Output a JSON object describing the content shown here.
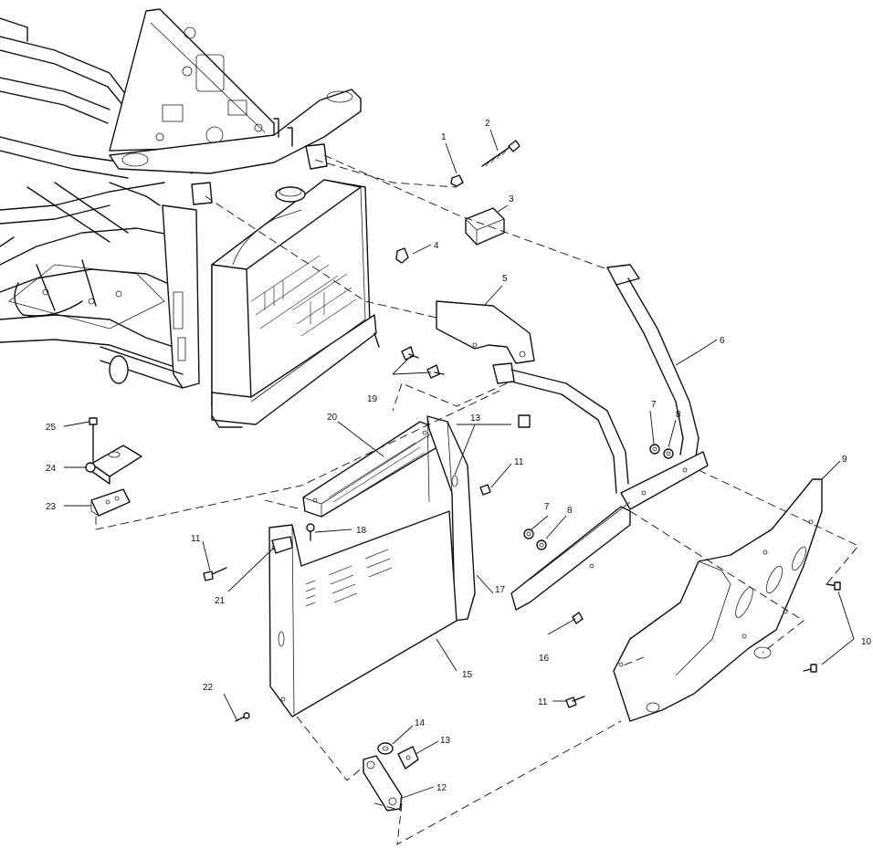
{
  "callouts": {
    "c1": "1",
    "c2": "2",
    "c3": "3",
    "c4": "4",
    "c5": "5",
    "c6": "6",
    "c7a": "7",
    "c7b": "7",
    "c8a": "8",
    "c8b": "8",
    "c9": "9",
    "c10": "10",
    "c11a": "11",
    "c11b": "11",
    "c11c": "11",
    "c12": "12",
    "c13a": "13",
    "c13b": "13",
    "c14": "14",
    "c15": "15",
    "c16": "16",
    "c17": "17",
    "c18": "18",
    "c19": "19",
    "c20": "20",
    "c21": "21",
    "c22": "22",
    "c23": "23",
    "c24": "24",
    "c25": "25"
  }
}
